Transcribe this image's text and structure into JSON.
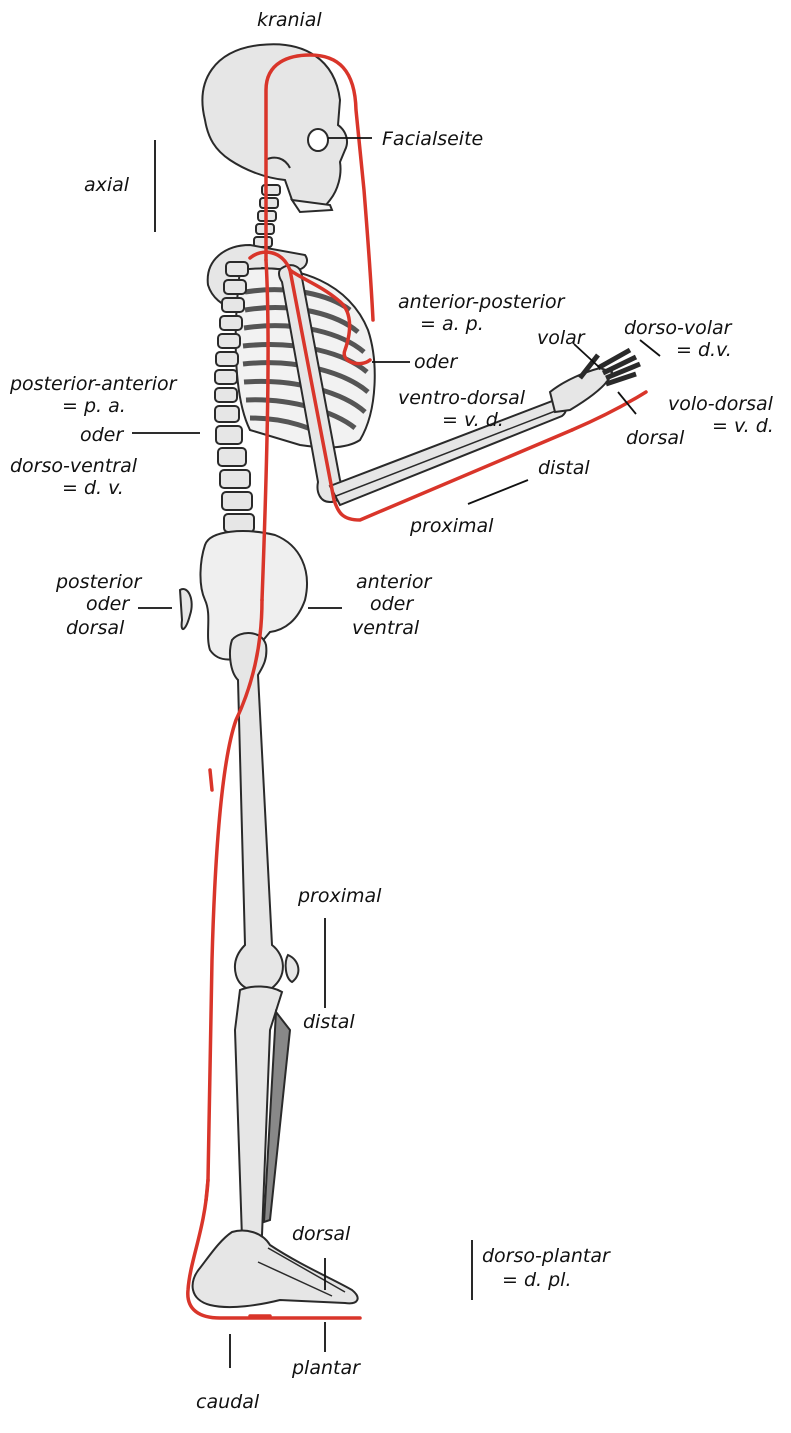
{
  "labels": {
    "kranial": "kranial",
    "facialseite": "Facialseite",
    "axial": "axial",
    "anterior_posterior": "anterior-posterior",
    "anterior_posterior_abbr": "= a. p.",
    "oder_right": "oder",
    "ventro_dorsal": "ventro-dorsal",
    "ventro_dorsal_abbr": "= v. d.",
    "volar": "volar",
    "dorso_volar": "dorso-volar",
    "dorso_volar_abbr": "= d.v.",
    "volo_dorsal": "volo-dorsal",
    "volo_dorsal_abbr": "= v. d.",
    "dorsal_hand": "dorsal",
    "distal_arm": "distal",
    "proximal_arm": "proximal",
    "posterior_anterior": "posterior-anterior",
    "posterior_anterior_abbr": "= p. a.",
    "oder_left": "oder",
    "dorso_ventral": "dorso-ventral",
    "dorso_ventral_abbr": "= d. v.",
    "posterior": "posterior",
    "oder_post": "oder",
    "dorsal_post": "dorsal",
    "anterior": "anterior",
    "oder_ant": "oder",
    "ventral": "ventral",
    "proximal_leg": "proximal",
    "distal_leg": "distal",
    "dorsal_foot": "dorsal",
    "dorso_plantar": "dorso-plantar",
    "dorso_plantar_abbr": "= d. pl.",
    "plantar": "plantar",
    "caudal": "caudal"
  },
  "colors": {
    "accent_red": "#d9352a",
    "bone": "#e6e6e6",
    "bone_shadow": "#8c8c8c",
    "ink": "#111111"
  }
}
